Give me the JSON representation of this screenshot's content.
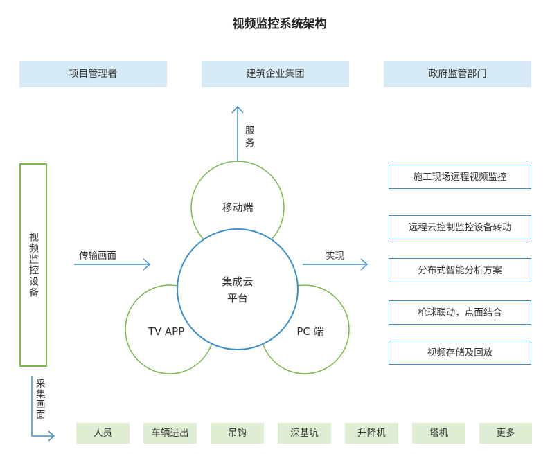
{
  "title": "视频监控系统架构",
  "top_boxes": [
    "项目管理者",
    "建筑企业集团",
    "政府监管部门"
  ],
  "left_device": "视频监控设备",
  "arrows": {
    "service": "服务",
    "transmit": "传输画面",
    "realize": "实现",
    "capture": "采集画面"
  },
  "circles": {
    "center": [
      "集成云",
      "平台"
    ],
    "mobile": "移动端",
    "tv": "TV APP",
    "pc": "PC 端"
  },
  "right_features": [
    "施工现场远程视频监控",
    "远程云控制监控设备转动",
    "分布式智能分析方案",
    "枪球联动，点面结合",
    "视频存储及回放"
  ],
  "bottom_items": [
    "人员",
    "车辆进出",
    "吊钩",
    "深基坑",
    "升降机",
    "塔机",
    "更多"
  ],
  "colors": {
    "blue": "#3a8fc9",
    "green": "#7ab84e",
    "light_blue": "#d6ebf5",
    "light_green": "#dfeed3"
  }
}
